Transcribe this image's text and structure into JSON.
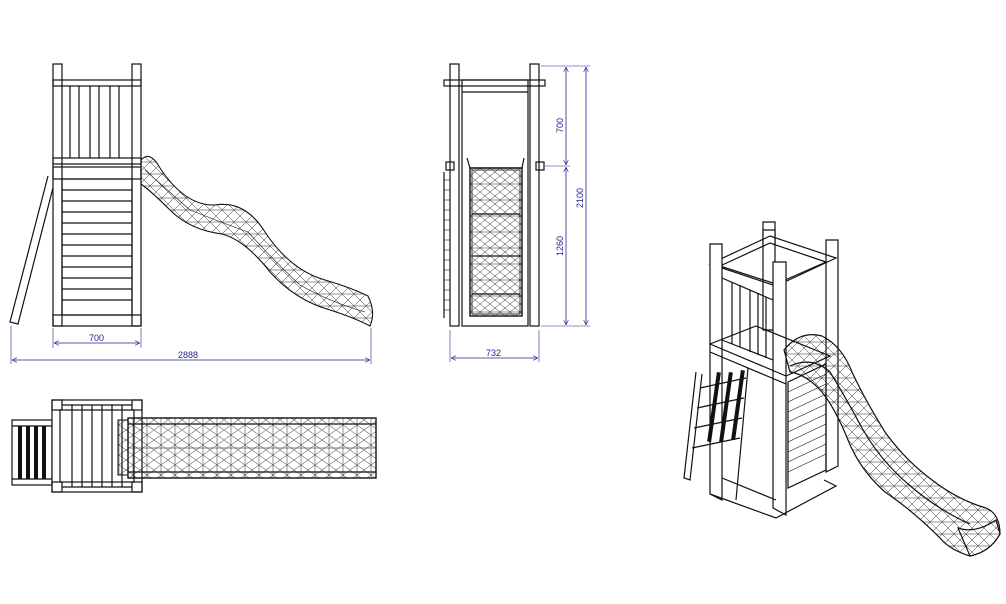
{
  "drawing": {
    "line_color": "#111111",
    "dimension_color": "#23238e",
    "dimensions": {
      "side_width": "700",
      "overall_length": "2888",
      "front_width": "732",
      "upper_height": "700",
      "deck_height": "1260",
      "total_height": "2100"
    }
  }
}
